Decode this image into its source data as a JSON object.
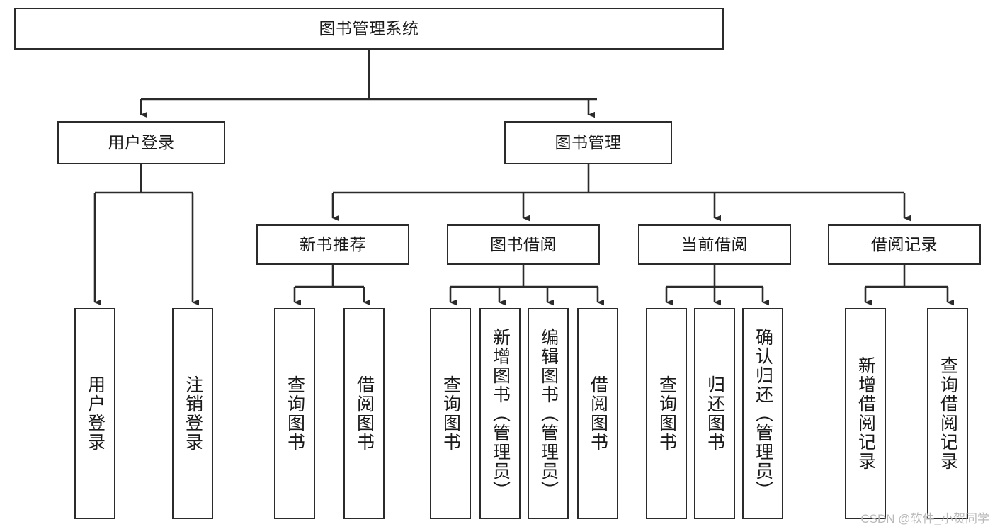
{
  "diagram": {
    "title": "图书管理系统",
    "type": "tree",
    "orientation": "top-down",
    "edge_color": "#2b2b2b",
    "node_border_color": "#2b2b2b",
    "node_fill_color": "#ffffff",
    "text_color": "#1a1a1a"
  },
  "nodes": {
    "root": {
      "label": "图书管理系统"
    },
    "level2": [
      {
        "id": "user-login",
        "label": "用户登录"
      },
      {
        "id": "book-manage",
        "label": "图书管理"
      }
    ],
    "level3": [
      {
        "id": "new-book-recommend",
        "label": "新书推荐"
      },
      {
        "id": "book-borrow",
        "label": "图书借阅"
      },
      {
        "id": "current-borrow",
        "label": "当前借阅"
      },
      {
        "id": "borrow-record",
        "label": "借阅记录"
      }
    ],
    "leaves": {
      "user_login": [
        {
          "id": "leaf-user-login",
          "label": "用户登录"
        },
        {
          "id": "leaf-logout-login",
          "label": "注销登录"
        }
      ],
      "new_book_recommend": [
        {
          "id": "leaf-query-book-1",
          "label": "查询图书"
        },
        {
          "id": "leaf-borrow-book-1",
          "label": "借阅图书"
        }
      ],
      "book_borrow": [
        {
          "id": "leaf-query-book-2",
          "label": "查询图书"
        },
        {
          "id": "leaf-add-book",
          "label": "新增图书（管理员）"
        },
        {
          "id": "leaf-edit-book",
          "label": "编辑图书（管理员）"
        },
        {
          "id": "leaf-borrow-book-2",
          "label": "借阅图书"
        }
      ],
      "current_borrow": [
        {
          "id": "leaf-query-book-3",
          "label": "查询图书"
        },
        {
          "id": "leaf-return-book",
          "label": "归还图书"
        },
        {
          "id": "leaf-confirm-return",
          "label": "确认归还（管理员）"
        }
      ],
      "borrow_record": [
        {
          "id": "leaf-add-record",
          "label": "新增借阅记录"
        },
        {
          "id": "leaf-query-record",
          "label": "查询借阅记录"
        }
      ]
    }
  },
  "watermark": {
    "text": "CSDN @软件_小贺同学"
  }
}
